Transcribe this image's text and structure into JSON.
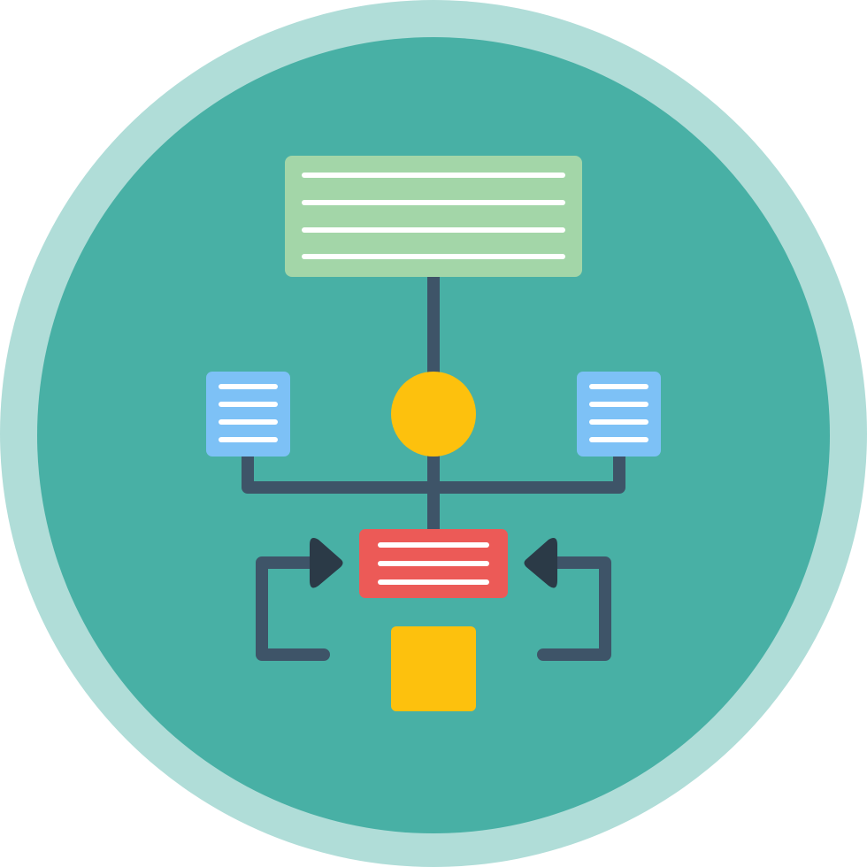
{
  "icon": {
    "name": "flowchart-workflow-icon",
    "style": "flat circular badge"
  },
  "colors": {
    "outer_ring": "#b0ddd8",
    "inner_circle": "#48b0a5",
    "connector": "#3e5468",
    "arrowhead": "#2b3a47",
    "top_box": "#a3d6a8",
    "side_boxes": "#7dc1f6",
    "center_circle": "#fdc10d",
    "middle_box": "#ec5a57",
    "bottom_square": "#fdc10d",
    "text_lines": "#ffffff"
  },
  "nodes": [
    {
      "id": "top-box",
      "shape": "rectangle",
      "lines": 4
    },
    {
      "id": "left-box",
      "shape": "rectangle",
      "lines": 4
    },
    {
      "id": "right-box",
      "shape": "rectangle",
      "lines": 4
    },
    {
      "id": "center-node",
      "shape": "circle"
    },
    {
      "id": "middle-box",
      "shape": "rectangle",
      "lines": 3
    },
    {
      "id": "bottom-node",
      "shape": "square"
    }
  ],
  "edges": [
    {
      "from": "top-box",
      "to": "center-node"
    },
    {
      "from": "center-node",
      "to": "middle-box"
    },
    {
      "from": "left-box",
      "to": "center-node"
    },
    {
      "from": "right-box",
      "to": "center-node"
    },
    {
      "from": "left-loop",
      "to": "middle-box",
      "arrow": true
    },
    {
      "from": "right-loop",
      "to": "middle-box",
      "arrow": true
    }
  ]
}
